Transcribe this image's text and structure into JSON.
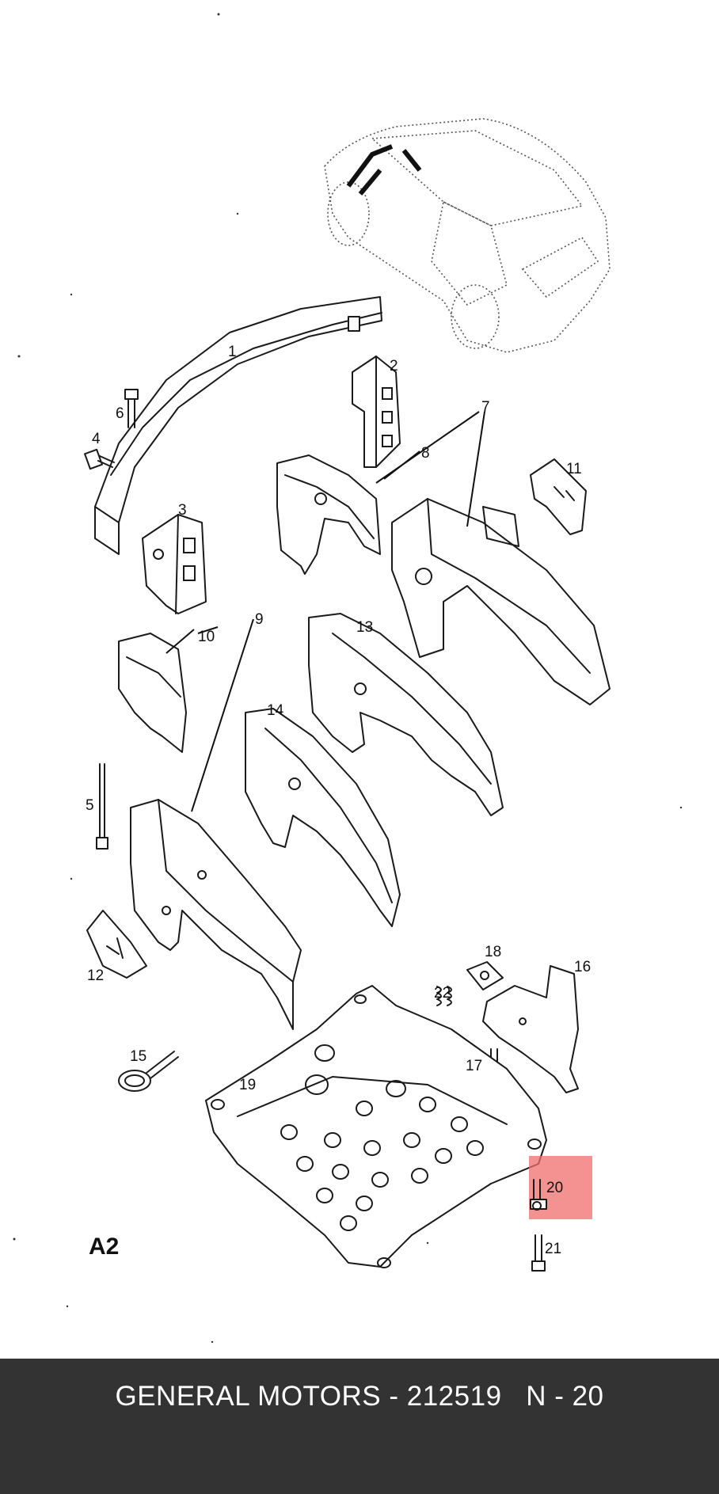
{
  "diagram": {
    "sheet_code": "A2",
    "callouts": {
      "c1": "1",
      "c2": "2",
      "c3": "3",
      "c4": "4",
      "c5": "5",
      "c6": "6",
      "c7": "7",
      "c8": "8",
      "c9": "9",
      "c10": "10",
      "c11": "11",
      "c12": "12",
      "c13": "13",
      "c14": "14",
      "c15": "15",
      "c16": "16",
      "c17": "17",
      "c18": "18",
      "c19": "19",
      "c20": "20",
      "c21": "21",
      "c22": "22"
    },
    "highlight": {
      "part": "20",
      "color": "#f06e6e"
    }
  },
  "footer": {
    "text": "GENERAL MOTORS - 212519   N - 20",
    "background": "#333333",
    "color": "#ffffff"
  }
}
